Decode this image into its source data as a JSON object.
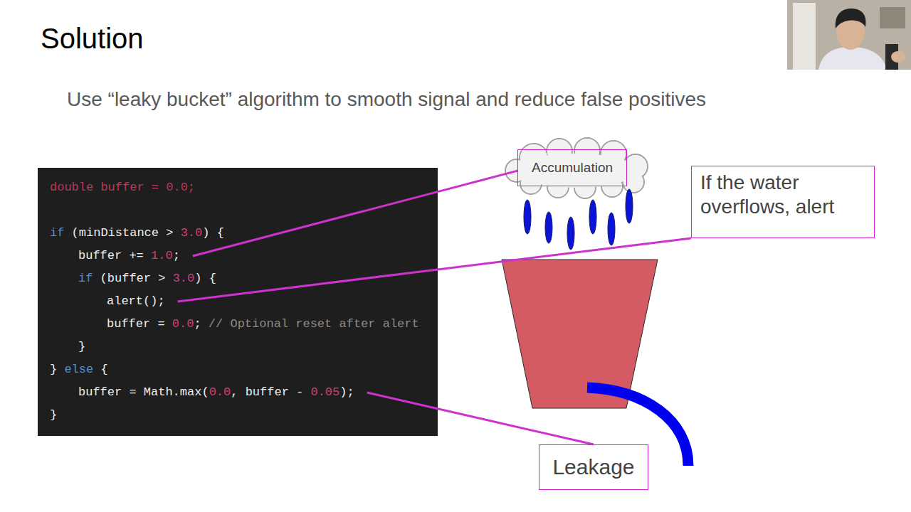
{
  "diagram": {
    "title": "Solution",
    "nodes": [
      {
        "text": [
          "double buffer = 0.0;",
          "if (minDistance > 3.0) {",
          "buffer += 1.0;",
          "if (buffer > 3.0) {",
          "alert();",
          "buffer = 0.0; // Optional reset after alert",
          "}",
          "} else {",
          "buffer = Math.max(0.0, buffer - 0.05);",
          "}"
        ]
      },
      {
        "text": [
          "Accumulation"
        ]
      },
      {
        "text": [
          "If the water overflows, alert"
        ]
      },
      {
        "text": [
          "Leakage"
        ]
      }
    ],
    "edges": [
      {
        "from": 0,
        "to": 1,
        "arrow": "none"
      },
      {
        "from": 0,
        "to": 2,
        "arrow": "none"
      },
      {
        "from": 0,
        "to": 3,
        "arrow": "none"
      }
    ],
    "labels": [
      "Use “leaky bucket” algorithm to smooth signal and reduce false positives"
    ]
  }
}
